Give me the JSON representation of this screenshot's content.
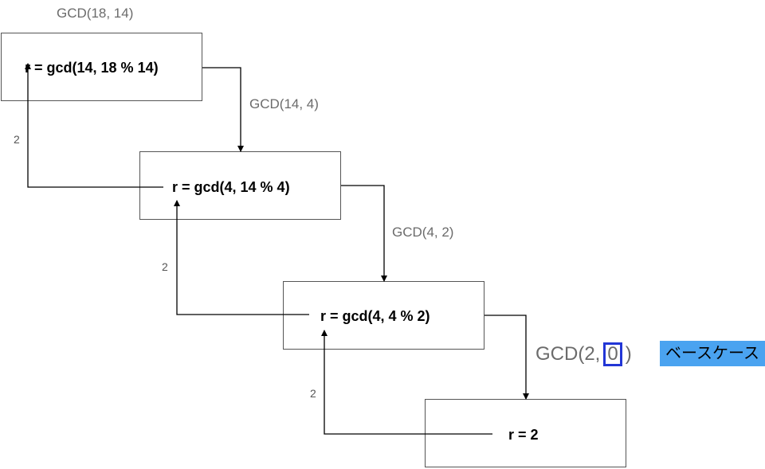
{
  "initial_call": "GCD(18, 14)",
  "frames": [
    {
      "expr": "r = gcd(14, 18 % 14)"
    },
    {
      "expr": "r = gcd(4, 14 % 4)"
    },
    {
      "expr": "r = gcd(4, 4 % 2)"
    },
    {
      "expr": "r = 2"
    }
  ],
  "calls": [
    "GCD(14, 4)",
    "GCD(4, 2)"
  ],
  "base_call": {
    "prefix": "GCD(2,",
    "highlight": "0",
    "suffix": ")"
  },
  "returns": [
    "2",
    "2",
    "2"
  ],
  "base_case_label": "ベースケース",
  "colors": {
    "box_border": "#555555",
    "label_gray": "#6b6b6b",
    "highlight_border": "#2236d6",
    "badge_bg": "#4aa3f0"
  }
}
